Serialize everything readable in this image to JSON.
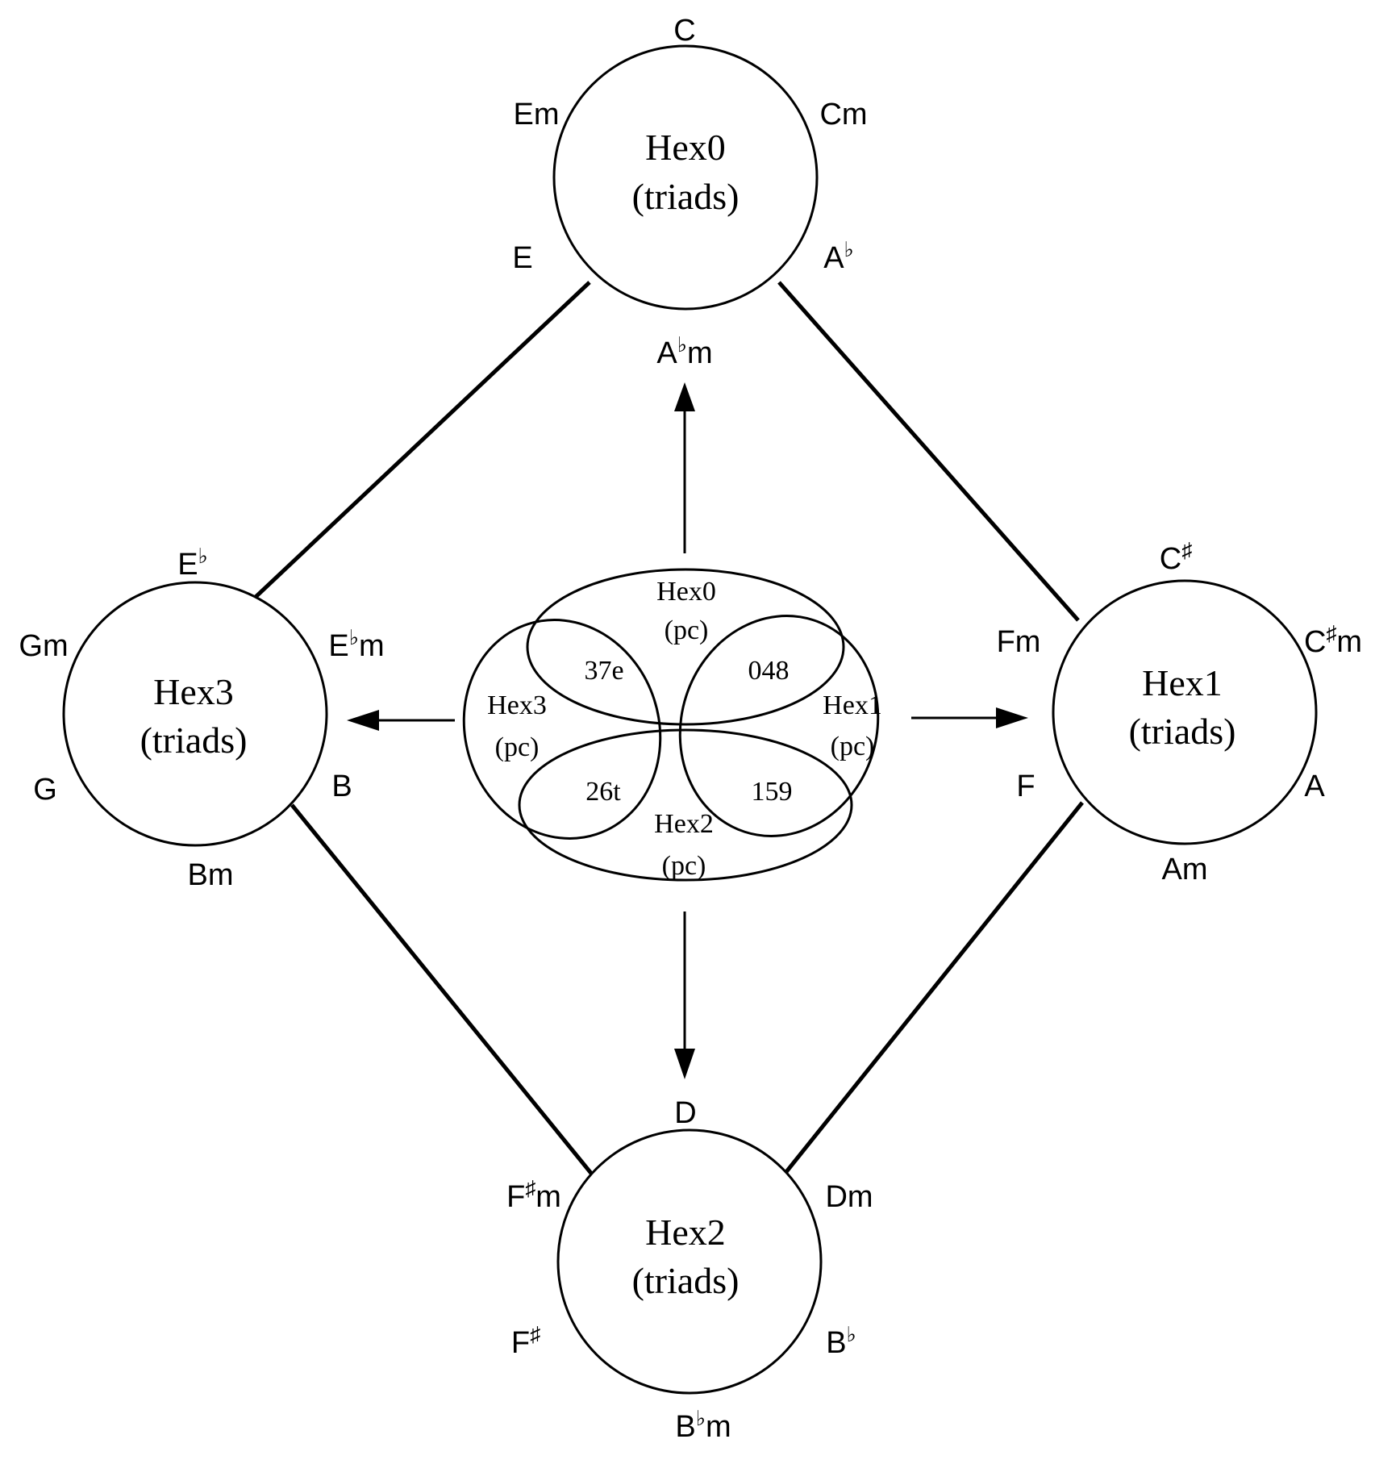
{
  "hex0": {
    "title": "Hex0",
    "subtitle": "(triads)",
    "chords": {
      "top": "C",
      "upper_left": "Em",
      "upper_right": "Cm",
      "lower_left": "E",
      "lower_right": "A♭",
      "bottom": "A♭m"
    }
  },
  "hex1": {
    "title": "Hex1",
    "subtitle": "(triads)",
    "chords": {
      "top": "C♯",
      "upper_left": "Fm",
      "upper_right": "C♯m",
      "lower_left": "F",
      "lower_right": "A",
      "bottom": "Am"
    }
  },
  "hex2": {
    "title": "Hex2",
    "subtitle": "(triads)",
    "chords": {
      "top": "D",
      "upper_left": "F♯m",
      "upper_right": "Dm",
      "lower_left": "F♯",
      "lower_right": "B♭",
      "bottom": "B♭m"
    }
  },
  "hex3": {
    "title": "Hex3",
    "subtitle": "(triads)",
    "chords": {
      "top": "E♭",
      "upper_left": "Gm",
      "upper_right": "E♭m",
      "lower_left": "G",
      "lower_right": "B",
      "bottom": "Bm"
    }
  },
  "center": {
    "hex0_pc": {
      "name": "Hex0",
      "sub": "(pc)"
    },
    "hex1_pc": {
      "name": "Hex1",
      "sub": "(pc)"
    },
    "hex2_pc": {
      "name": "Hex2",
      "sub": "(pc)"
    },
    "hex3_pc": {
      "name": "Hex3",
      "sub": "(pc)"
    },
    "intersections": {
      "upper_left": "37e",
      "upper_right": "048",
      "lower_left": "26t",
      "lower_right": "159"
    }
  }
}
